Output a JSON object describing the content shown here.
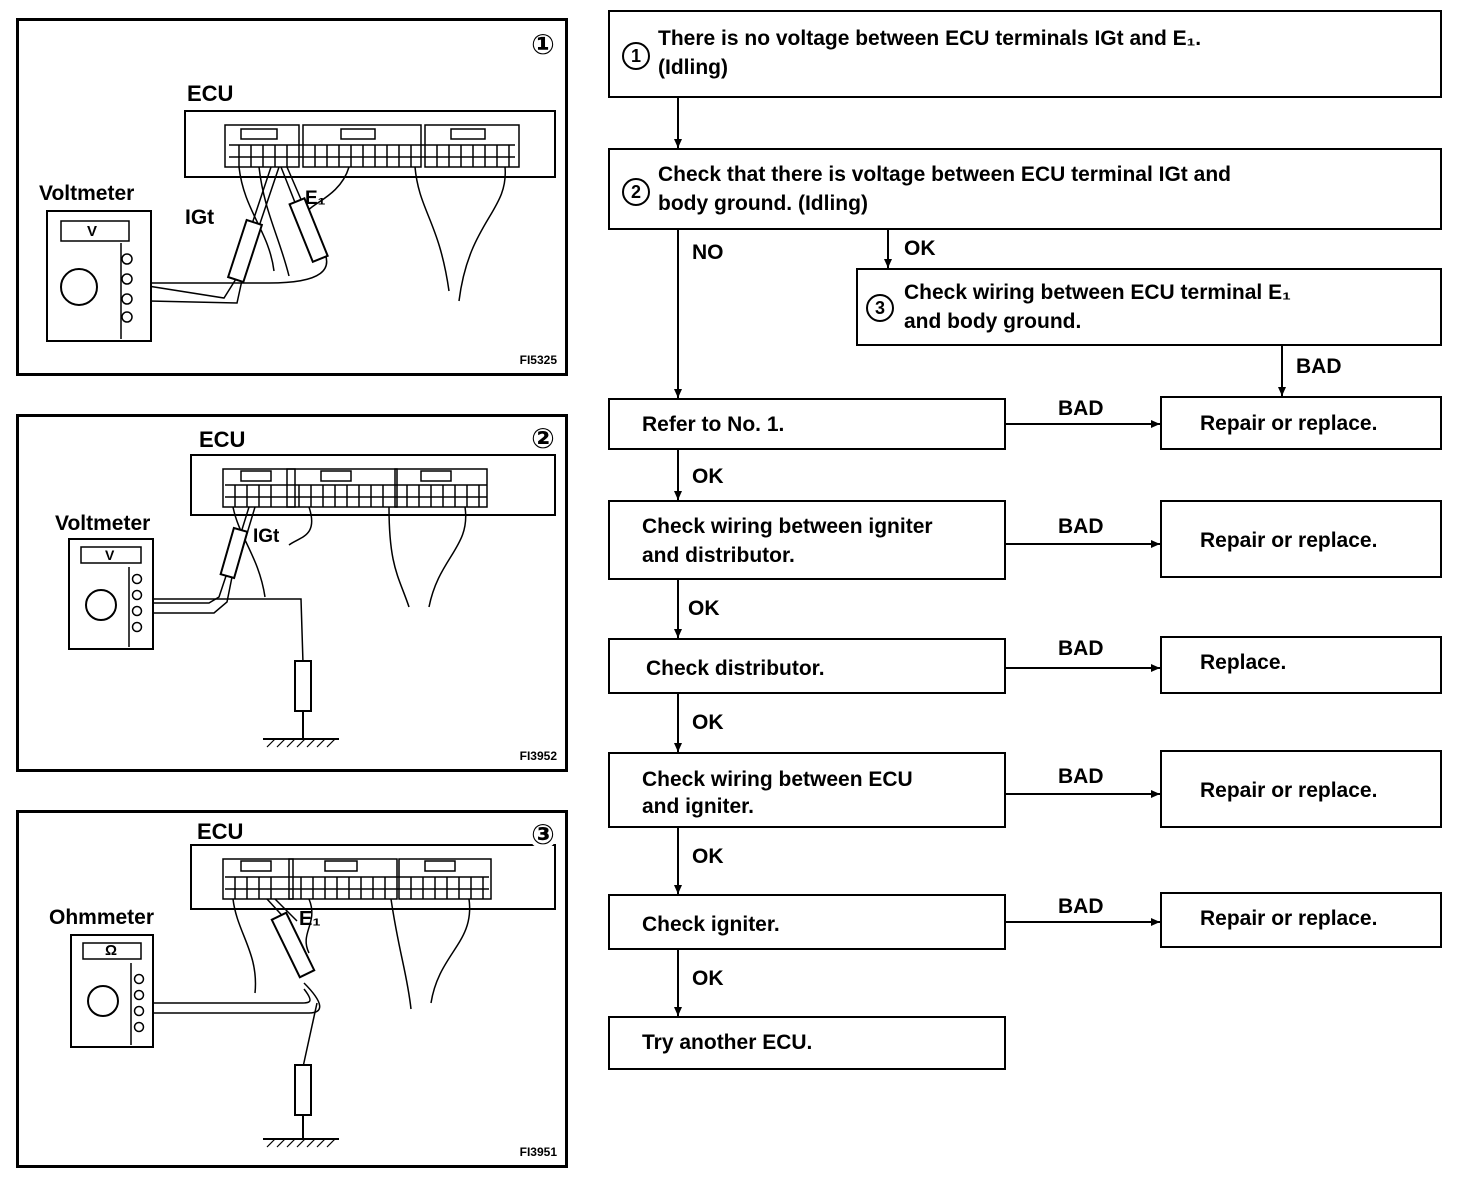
{
  "panels": [
    {
      "number": "①",
      "ecu": "ECU",
      "meter": "Voltmeter",
      "meter_face": "V",
      "probe1": "IGt",
      "probe2": "E₁",
      "fig": "FI5325"
    },
    {
      "number": "②",
      "ecu": "ECU",
      "meter": "Voltmeter",
      "meter_face": "V",
      "probe1": "IGt",
      "fig": "FI3952"
    },
    {
      "number": "③",
      "ecu": "ECU",
      "meter": "Ohmmeter",
      "meter_face": "Ω",
      "probe1": "E₁",
      "fig": "FI3951"
    }
  ],
  "flow": {
    "step1": {
      "num": "1",
      "text": "There is no voltage between ECU terminals IGt and E₁.\n(Idling)"
    },
    "step2": {
      "num": "2",
      "text": "Check that there is voltage between ECU terminal IGt and\nbody ground. (Idling)"
    },
    "step3": {
      "num": "3",
      "text": "Check wiring between ECU terminal E₁\nand body ground."
    },
    "refer": "Refer to No. 1.",
    "wiring_igniter_dist": "Check wiring between igniter\nand distributor.",
    "check_dist": "Check distributor.",
    "wiring_ecu_igniter": "Check wiring between ECU\nand igniter.",
    "check_igniter": "Check igniter.",
    "try_ecu": "Try another ECU.",
    "repair1": "Repair or replace.",
    "repair2": "Repair or replace.",
    "replace": "Replace.",
    "repair3": "Repair or replace.",
    "repair4": "Repair or replace.",
    "labels": {
      "no": "NO",
      "ok_step2": "OK",
      "bad_step3": "BAD",
      "bad1": "BAD",
      "ok1": "OK",
      "bad2": "BAD",
      "ok2": "OK",
      "bad3": "BAD",
      "ok3": "OK",
      "bad4": "BAD",
      "ok4": "OK",
      "bad5": "BAD"
    }
  }
}
